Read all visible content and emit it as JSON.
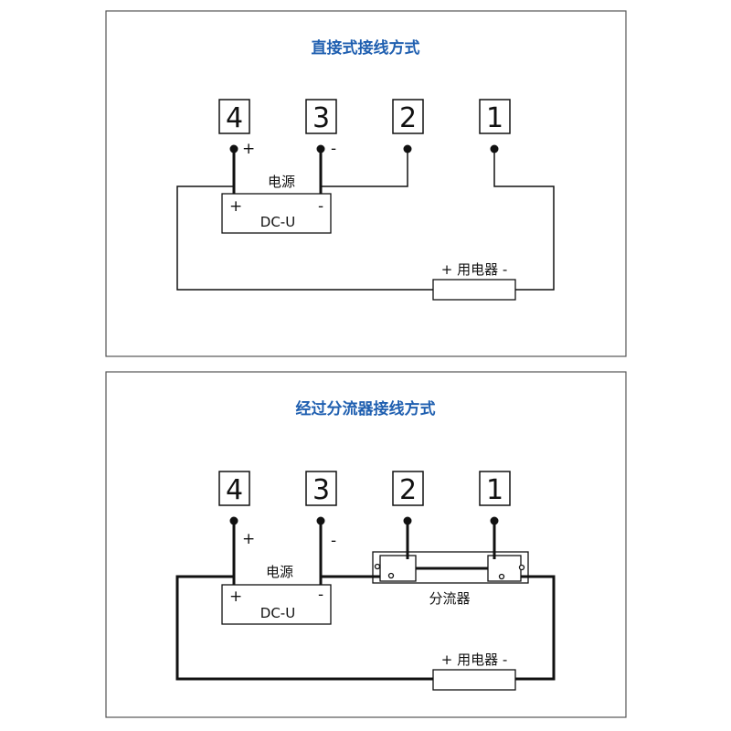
{
  "diagram1": {
    "title": "直接式接线方式",
    "terminals": [
      "4",
      "3",
      "2",
      "1"
    ],
    "plus_sign": "+",
    "minus_sign": "-",
    "power_label": "电源",
    "power_plus": "+",
    "power_minus": "-",
    "power_type": "DC-U",
    "load_label": "+ 用电器  -"
  },
  "diagram2": {
    "title": "经过分流器接线方式",
    "terminals": [
      "4",
      "3",
      "2",
      "1"
    ],
    "plus_sign": "+",
    "minus_sign": "-",
    "power_label": "电源",
    "power_plus": "+",
    "power_minus": "-",
    "power_type": "DC-U",
    "shunt_label": "分流器",
    "load_label": "+ 用电器  -"
  }
}
